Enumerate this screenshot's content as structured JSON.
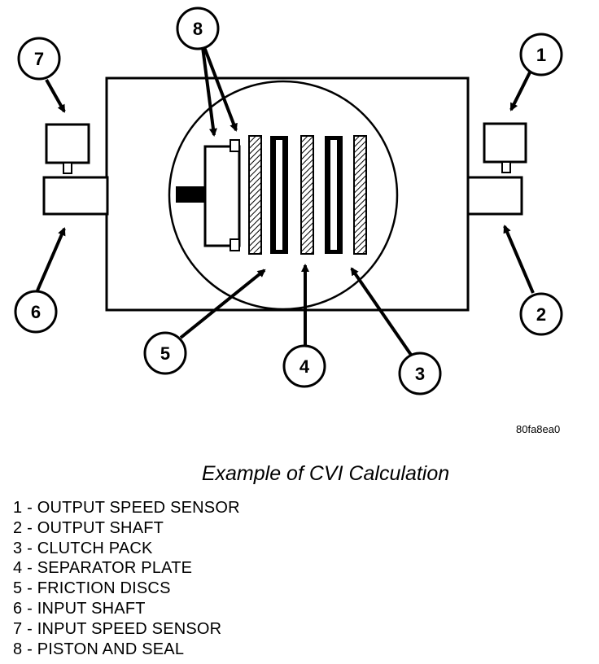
{
  "figure_id": "80fa8ea0",
  "caption": "Example of CVI Calculation",
  "callouts": [
    "1",
    "2",
    "3",
    "4",
    "5",
    "6",
    "7",
    "8"
  ],
  "legend": [
    "1 - OUTPUT SPEED SENSOR",
    "2 - OUTPUT SHAFT",
    "3 - CLUTCH PACK",
    "4 - SEPARATOR PLATE",
    "5 - FRICTION DISCS",
    "6 - INPUT SHAFT",
    "7 - INPUT SPEED SENSOR",
    "8 - PISTON AND SEAL"
  ]
}
